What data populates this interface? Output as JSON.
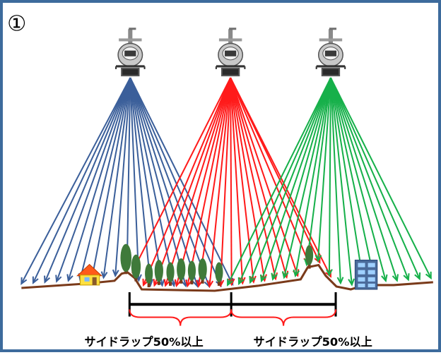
{
  "panel_marker": "①",
  "colors": {
    "frame": "#3d6b9c",
    "blue_beam": "#3b5f9a",
    "red_beam": "#ff1a1a",
    "green_beam": "#16b04a",
    "ground": "#7a3a1a",
    "tree": "#3f7a3a",
    "bracket": "#ff1a1a"
  },
  "icons": [
    "helicopter-icon",
    "house-icon",
    "tree-icon",
    "building-icon"
  ],
  "overlap_labels": [
    "サイドラップ50%以上",
    "サイドラップ50%以上"
  ]
}
